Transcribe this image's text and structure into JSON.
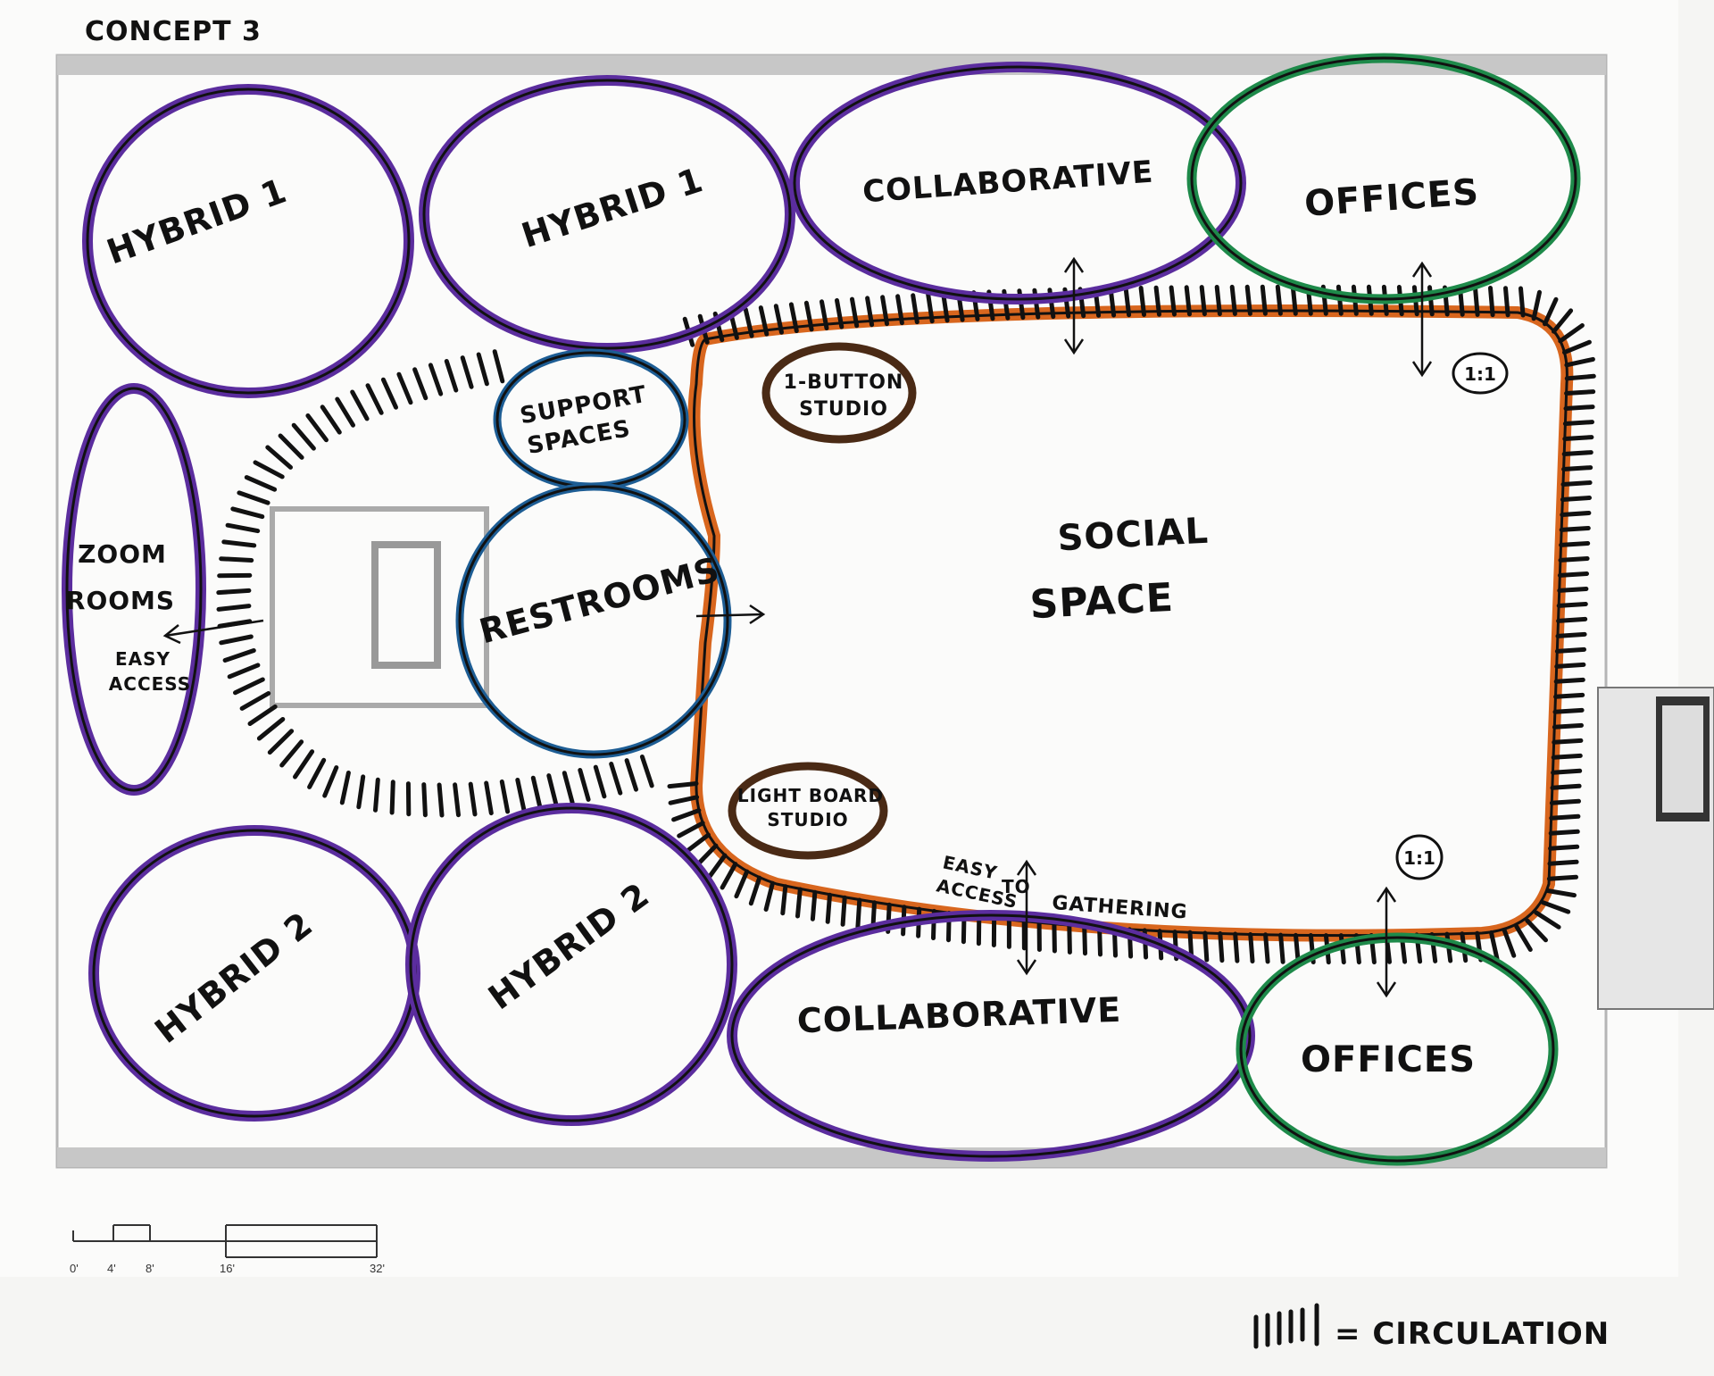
{
  "title": "CONCEPT 3",
  "colors": {
    "purple": "#5b2d9e",
    "green": "#1e8a4a",
    "blue": "#1d5d94",
    "orange": "#d8661e",
    "brown": "#4a2a15",
    "ink": "#111111",
    "wall": "#9a9a9a"
  },
  "spaces": {
    "hybrid1_left": "HYBRID 1",
    "hybrid1_right": "HYBRID 1",
    "collaborative_top": "COLLABORATIVE",
    "offices_top": "OFFICES",
    "zoom_rooms_line1": "ZOOM",
    "zoom_rooms_line2": "ROOMS",
    "support_line1": "SUPPORT",
    "support_line2": "SPACES",
    "restrooms": "RESTROOMS",
    "social_line1": "SOCIAL",
    "social_line2": "SPACE",
    "button_studio_line1": "1-BUTTON",
    "button_studio_line2": "STUDIO",
    "light_board_line1": "LIGHT BOARD",
    "light_board_line2": "STUDIO",
    "hybrid2_left": "HYBRID 2",
    "hybrid2_right": "HYBRID 2",
    "collaborative_bottom": "COLLABORATIVE",
    "offices_bottom": "OFFICES"
  },
  "annotations": {
    "easy_access_line1": "EASY",
    "easy_access_line2": "ACCESS",
    "easy_gather_line1": "EASY",
    "easy_gather_line2": "ACCESS",
    "easy_gather_to": "TO",
    "easy_gather_line3": "GATHERING",
    "badge_top": "1:1",
    "badge_bottom": "1:1"
  },
  "scale": {
    "labels": [
      "0'",
      "4'",
      "8'",
      "16'",
      "32'"
    ]
  },
  "legend": {
    "text": "= CIRCULATION"
  }
}
